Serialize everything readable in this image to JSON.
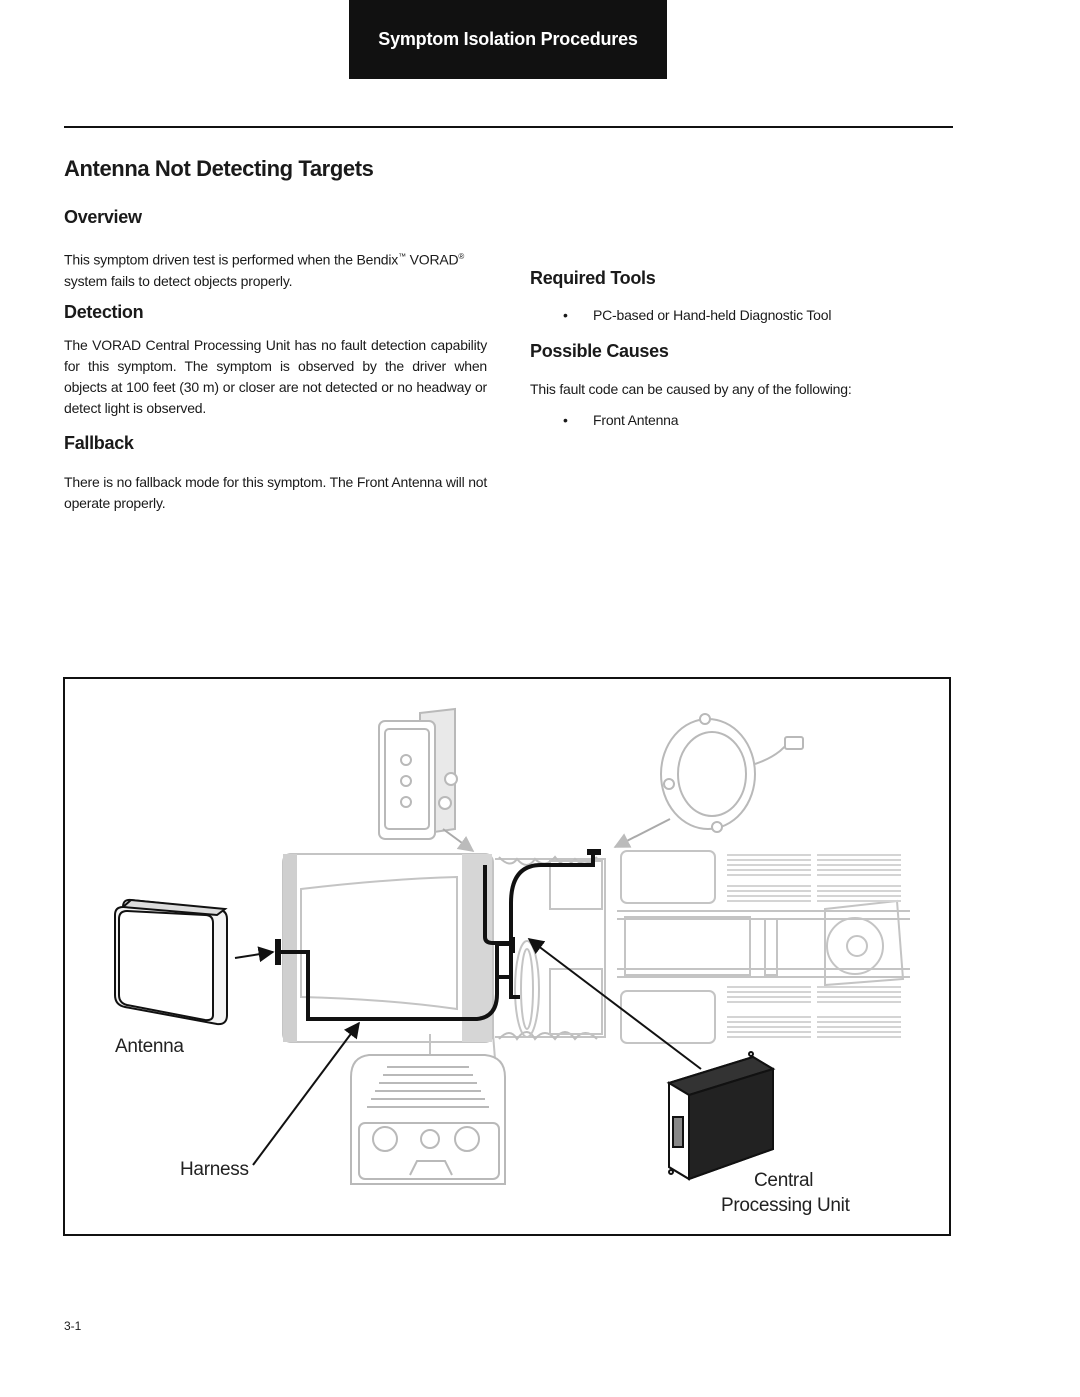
{
  "header": {
    "tab_label": "Symptom Isolation Procedures"
  },
  "title": "Antenna Not Detecting Targets",
  "overview": {
    "heading": "Overview",
    "text_a": "This symptom driven test is performed when the Bendix",
    "tm": "™",
    "text_b": " VORAD",
    "reg": "®",
    "text_c": " system fails to detect objects properly."
  },
  "detection": {
    "heading": "Detection",
    "text": "The VORAD Central Processing Unit has no fault detection capability for this symptom. The symptom is observed by the driver when objects at 100 feet (30 m) or closer are not detected or no headway or detect light is observed."
  },
  "fallback": {
    "heading": "Fallback",
    "text": "There is no fallback mode for this symptom. The Front Antenna will not operate properly."
  },
  "required_tools": {
    "heading": "Required Tools",
    "items": [
      "PC-based or Hand-held Diagnostic Tool"
    ]
  },
  "possible_causes": {
    "heading": "Possible Causes",
    "intro": "This fault code can be caused by any of the following:",
    "items": [
      "Front Antenna"
    ]
  },
  "figure": {
    "labels": {
      "antenna": "Antenna",
      "harness": "Harness",
      "cpu_line1": "Central",
      "cpu_line2": "Processing Unit"
    }
  },
  "bullet_char": "•",
  "page_number": "3-1"
}
